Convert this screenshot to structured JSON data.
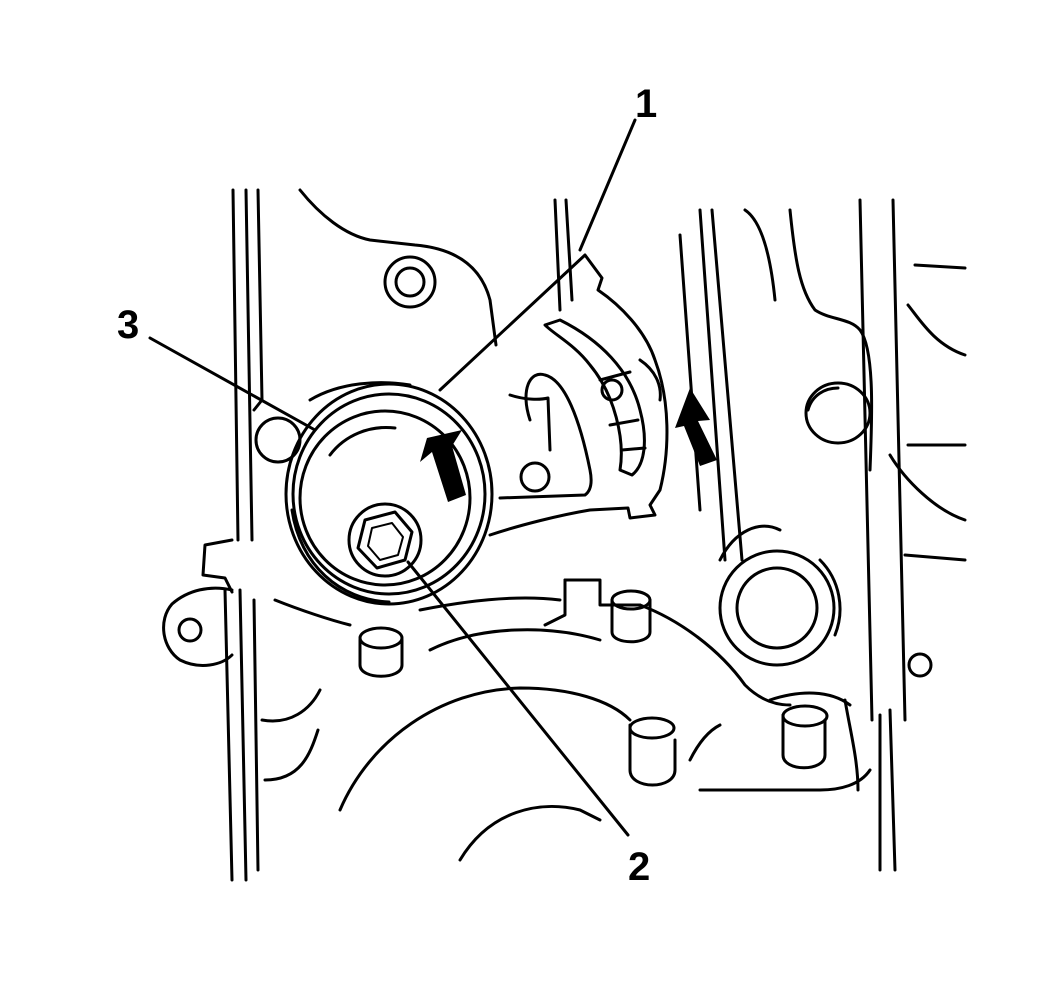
{
  "callouts": {
    "part_1": "1",
    "part_2": "2",
    "part_3": "3"
  },
  "icons": {
    "direction_arrows": "arrow-up-icon"
  },
  "colors": {
    "ink": "#000000",
    "paper": "#ffffff"
  }
}
